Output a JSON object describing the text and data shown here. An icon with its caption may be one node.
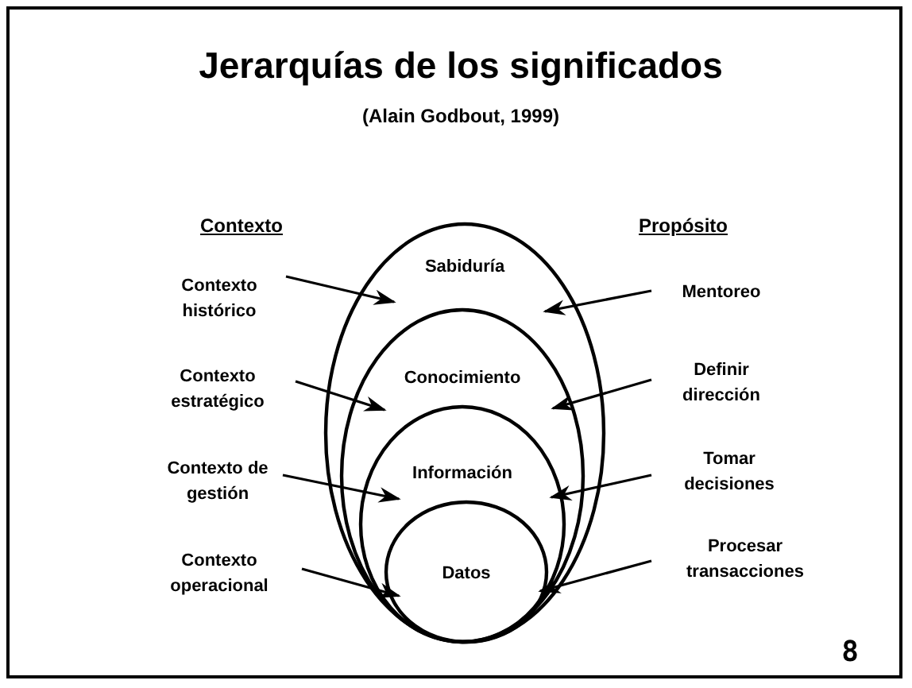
{
  "diagram": {
    "title": "Jerarquías de los significados",
    "nodes": [
      {
        "text": [
          "Sabiduría"
        ]
      },
      {
        "text": [
          "Conocimiento"
        ],
        "in": 0
      },
      {
        "text": [
          "Información"
        ],
        "in": 1
      },
      {
        "text": [
          "Datos"
        ],
        "in": 2
      },
      {
        "text": [
          "Contexto histórico"
        ]
      },
      {
        "text": [
          "Contexto estratégico"
        ]
      },
      {
        "text": [
          "Contexto de gestión"
        ]
      },
      {
        "text": [
          "Contexto operacional"
        ]
      },
      {
        "text": [
          "Mentoreo"
        ]
      },
      {
        "text": [
          "Definir dirección"
        ]
      },
      {
        "text": [
          "Tomar decisiones"
        ]
      },
      {
        "text": [
          "Procesar transacciones"
        ]
      }
    ],
    "edges": [
      {
        "from": 4,
        "to": 0,
        "arrow": "to"
      },
      {
        "from": 5,
        "to": 1,
        "arrow": "to"
      },
      {
        "from": 6,
        "to": 2,
        "arrow": "to"
      },
      {
        "from": 7,
        "to": 3,
        "arrow": "to"
      },
      {
        "from": 8,
        "to": 0,
        "arrow": "to"
      },
      {
        "from": 9,
        "to": 1,
        "arrow": "to"
      },
      {
        "from": 10,
        "to": 2,
        "arrow": "to"
      },
      {
        "from": 11,
        "to": 3,
        "arrow": "to"
      }
    ],
    "labels": [
      "(Alain Godbout, 1999)",
      "Contexto",
      "Propósito",
      "8"
    ]
  }
}
